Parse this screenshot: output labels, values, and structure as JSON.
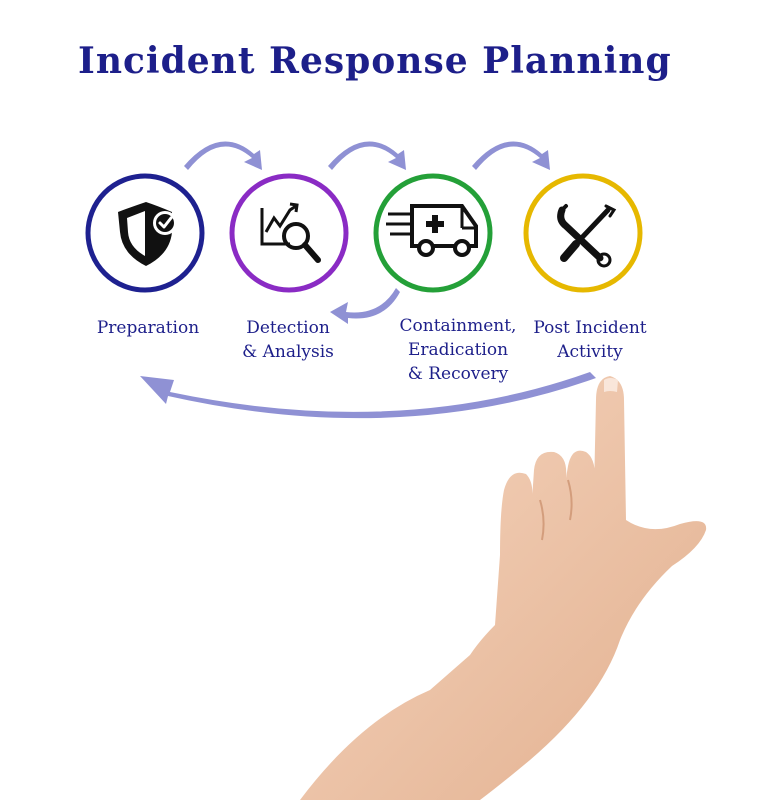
{
  "title": "Incident Response Planning",
  "steps": [
    {
      "lines": [
        "Preparation"
      ],
      "icon": "shield-check-icon",
      "color": "#1e2190"
    },
    {
      "lines": [
        "Detection",
        "& Analysis"
      ],
      "icon": "chart-magnifier-icon",
      "color": "#8a2bc4"
    },
    {
      "lines": [
        "Containment,",
        "Eradication",
        "& Recovery"
      ],
      "icon": "ambulance-icon",
      "color": "#24a038"
    },
    {
      "lines": [
        "Post Incident",
        "Activity"
      ],
      "icon": "wrench-screwdriver-icon",
      "color": "#e6b800"
    }
  ],
  "colors": {
    "title": "#1d1f8a",
    "label": "#1d1f8a",
    "arrow": "#8f91d4",
    "icon": "#111111",
    "skin": "#f0c8ad"
  }
}
